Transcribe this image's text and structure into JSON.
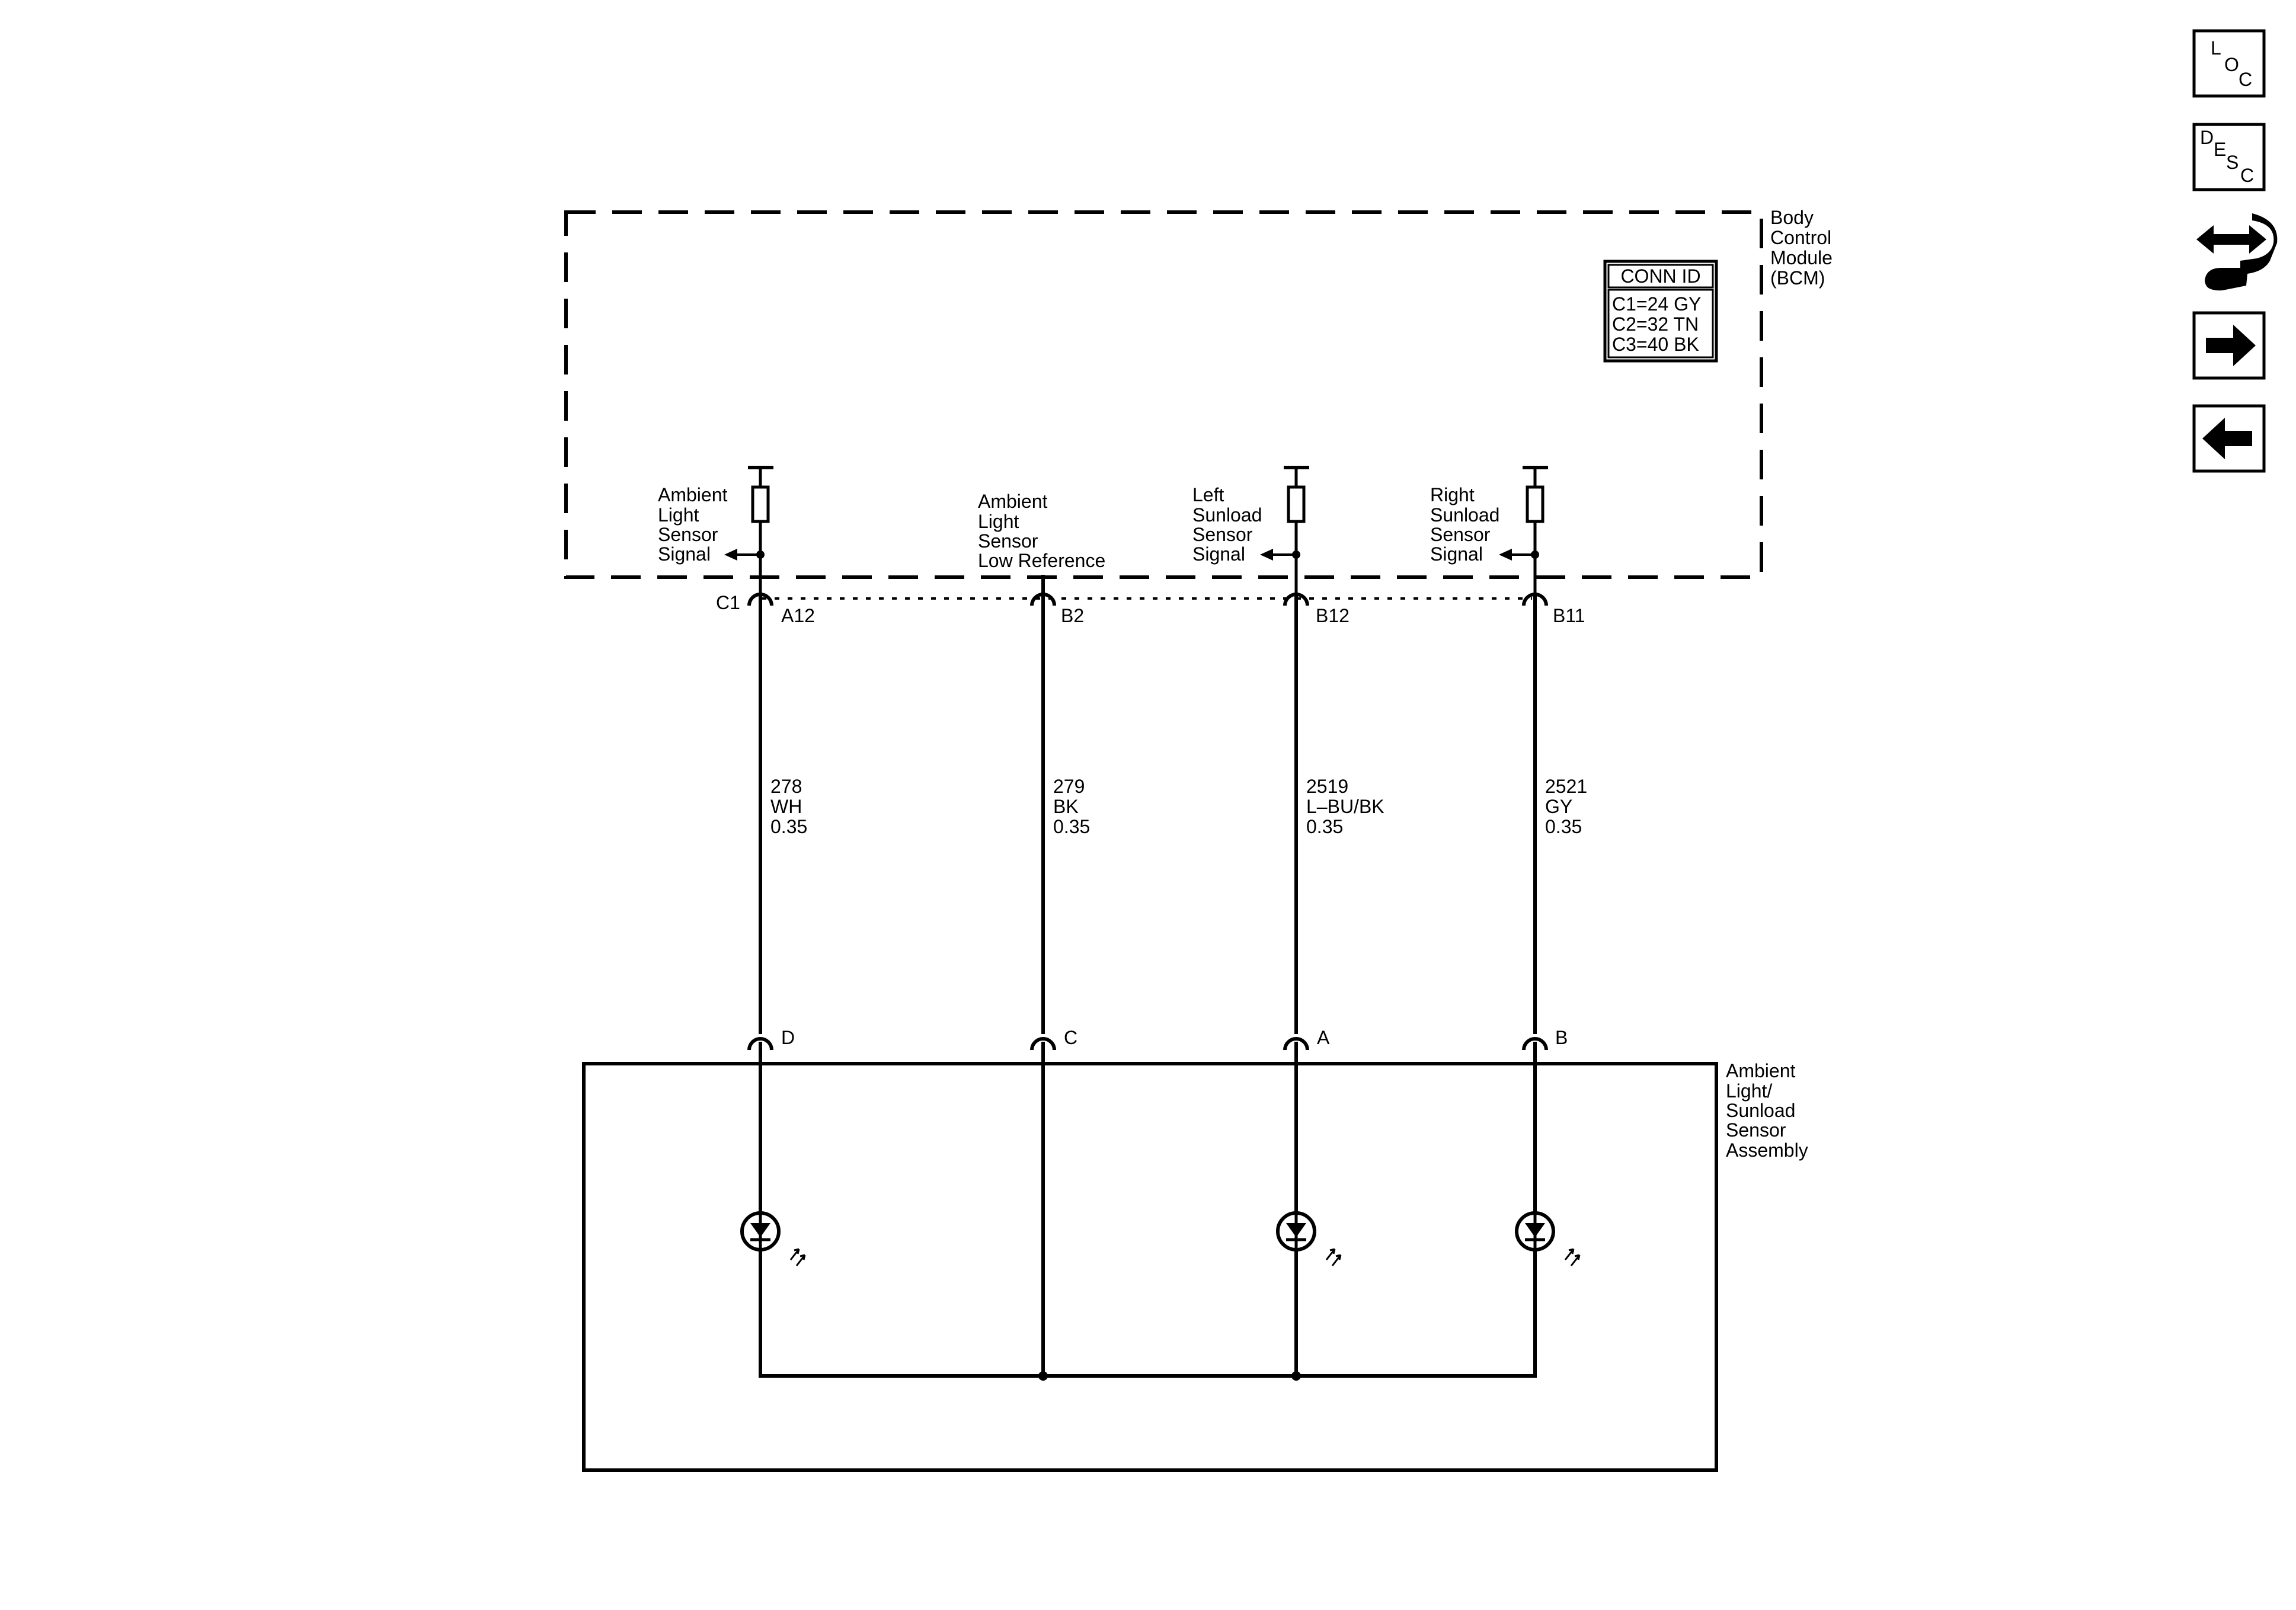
{
  "side_buttons": {
    "loc": [
      "L",
      "O",
      "C"
    ],
    "desc": [
      "D",
      "E",
      "S",
      "C"
    ]
  },
  "bcm": {
    "name_lines": [
      "Body",
      "Control",
      "Module",
      "(BCM)"
    ],
    "conn_id_title": "CONN ID",
    "conn_ids": [
      "C1=24 GY",
      "C2=32 TN",
      "C3=40 BK"
    ],
    "connector_label": "C1"
  },
  "circuits": [
    {
      "signal_lines": [
        "Ambient",
        "Light",
        "Sensor",
        "Signal"
      ],
      "bcm_pin": "A12",
      "wire": [
        "278",
        "WH",
        "0.35"
      ],
      "sensor_pin": "D"
    },
    {
      "signal_lines": [
        "Ambient",
        "Light",
        "Sensor",
        "Low Reference"
      ],
      "bcm_pin": "B2",
      "wire": [
        "279",
        "BK",
        "0.35"
      ],
      "sensor_pin": "C"
    },
    {
      "signal_lines": [
        "Left",
        "Sunload",
        "Sensor",
        "Signal"
      ],
      "bcm_pin": "B12",
      "wire": [
        "2519",
        "L–BU/BK",
        "0.35"
      ],
      "sensor_pin": "A"
    },
    {
      "signal_lines": [
        "Right",
        "Sunload",
        "Sensor",
        "Signal"
      ],
      "bcm_pin": "B11",
      "wire": [
        "2521",
        "GY",
        "0.35"
      ],
      "sensor_pin": "B"
    }
  ],
  "sensor_assembly": {
    "name_lines": [
      "Ambient",
      "Light/",
      "Sunload",
      "Sensor",
      "Assembly"
    ]
  }
}
